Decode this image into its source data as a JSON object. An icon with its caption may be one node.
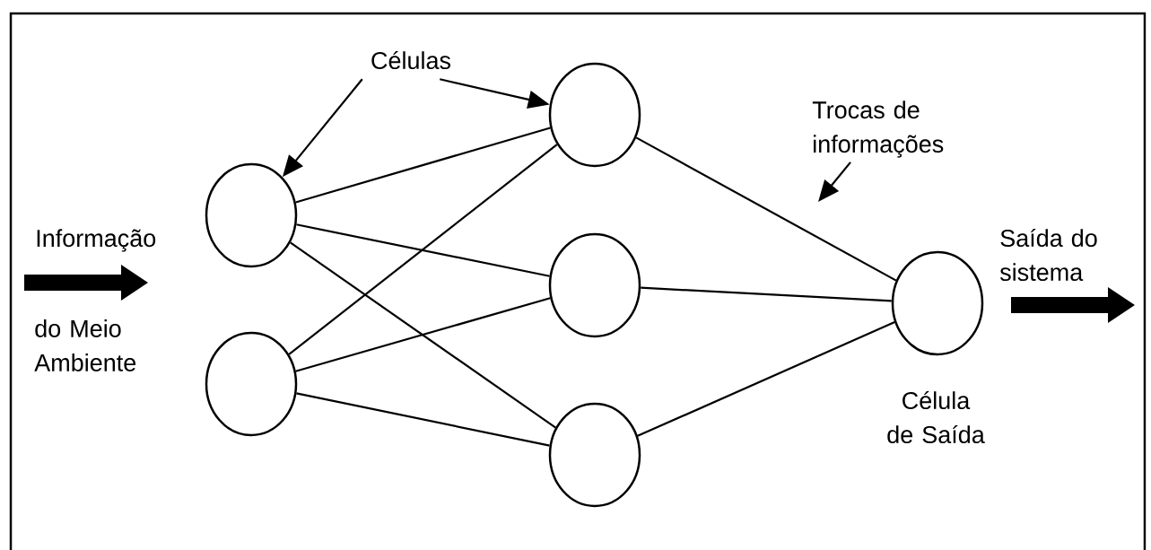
{
  "diagram": {
    "nodes": [
      {
        "text": [
          "Células"
        ]
      },
      {
        "text": [],
        "shape": "circle"
      },
      {
        "text": [],
        "shape": "circle"
      },
      {
        "text": [],
        "shape": "circle"
      },
      {
        "text": [],
        "shape": "circle"
      },
      {
        "text": [],
        "shape": "circle"
      },
      {
        "text": [],
        "shape": "circle",
        "beside": [
          "Célula de Saída"
        ]
      },
      {
        "text": [
          "Trocas de informações"
        ]
      }
    ],
    "edges": [
      {
        "from": 0,
        "to": 1,
        "arrow": "to"
      },
      {
        "from": 0,
        "to": 3,
        "arrow": "to"
      },
      {
        "from": 1,
        "to": 3,
        "arrow": "none"
      },
      {
        "from": 1,
        "to": 4,
        "arrow": "none"
      },
      {
        "from": 1,
        "to": 5,
        "arrow": "none"
      },
      {
        "from": 2,
        "to": 3,
        "arrow": "none"
      },
      {
        "from": 2,
        "to": 4,
        "arrow": "none"
      },
      {
        "from": 2,
        "to": 5,
        "arrow": "none"
      },
      {
        "from": 3,
        "to": 6,
        "arrow": "none"
      },
      {
        "from": 4,
        "to": 6,
        "arrow": "none"
      },
      {
        "from": 5,
        "to": 6,
        "arrow": "none"
      },
      {
        "from": 7,
        "to": null,
        "arrow": "to"
      }
    ],
    "labels": [
      "Informação",
      "do Meio Ambiente",
      "Saída do sistema"
    ]
  }
}
